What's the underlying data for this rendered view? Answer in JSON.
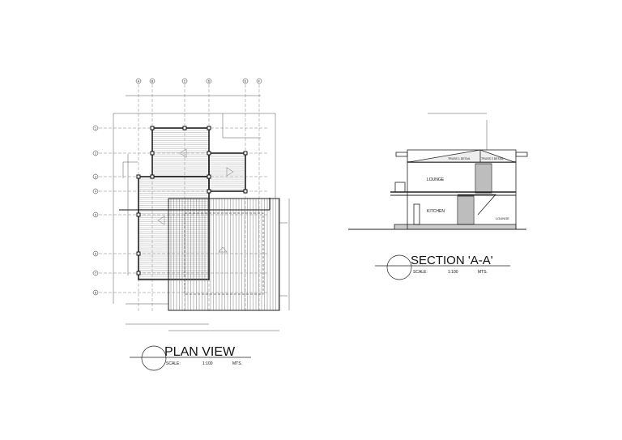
{
  "plan": {
    "title": "PLAN VIEW",
    "scale_label": "SCALE:",
    "scale_value": "1:100",
    "units": "MTS.",
    "grid_columns": [
      "A",
      "B",
      "C",
      "D",
      "E",
      "F"
    ],
    "grid_rows": [
      "1",
      "2",
      "3",
      "4",
      "5",
      "6",
      "7",
      "8"
    ]
  },
  "section": {
    "title": "SECTION 'A-A'",
    "scale_label": "SCALE:",
    "scale_value": "1:100",
    "units": "MTS.",
    "rooms": {
      "upper_lounge": "LOUNGE",
      "kitchen": "KITCHEN",
      "lower_lounge": "LOUNGE"
    },
    "truss_1": "TRUSS 1 DETAIL",
    "truss_2": "TRUSS 2 DETAIL"
  },
  "colors": {
    "line": "#222222",
    "hatch": "#888888",
    "background": "#ffffff"
  }
}
